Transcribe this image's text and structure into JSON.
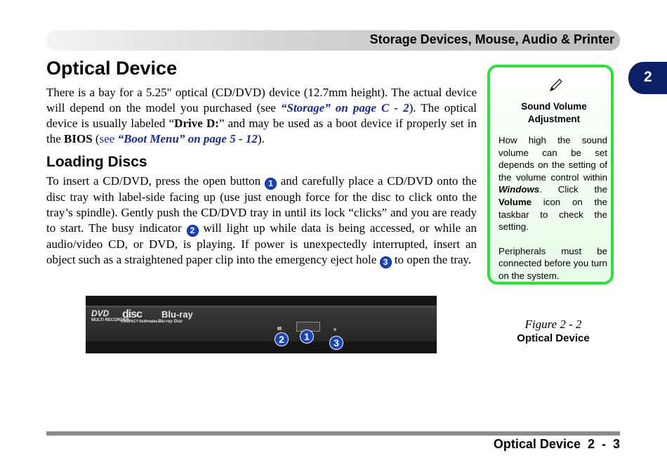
{
  "header": {
    "title": "Storage Devices, Mouse, Audio & Printer"
  },
  "chapter_tab": "2",
  "section": {
    "heading": "Optical Device",
    "intro": {
      "t1": "There is a bay for a 5.25\" optical (CD/DVD) device (12.7mm height). The actual device will depend on the model you purchased (see ",
      "link1": "“Storage” on page C - 2",
      "t2": "). The optical device is usually labeled “",
      "drive": "Drive D:",
      "t3": "” and may be used as a boot device if properly set in the ",
      "bios": "BIOS",
      "t4": " (",
      "see": "see ",
      "link2": "“Boot Menu” on page 5 - 12",
      "t5": ")."
    }
  },
  "subsection": {
    "heading": "Loading Discs",
    "text": {
      "t1": "To insert a CD/DVD, press the open button ",
      "n1": "1",
      "t2": " and carefully place a CD/DVD onto the disc tray with label-side facing up (use just enough force for the disc to click onto the tray’s spindle). Gently push the CD/DVD tray in until its lock “clicks” and you are ready to start. The busy indicator ",
      "n2": "2",
      "t3": " will light up while data is being accessed, or while an audio/video CD, or DVD, is playing. If power is unexpectedly interrupted, insert an object such as a straightened paper clip into the emergency eject hole ",
      "n3": "3",
      "t4": " to open the tray."
    }
  },
  "note": {
    "icon": "pencil-icon",
    "title": "Sound Volume Adjustment",
    "p1": {
      "t1": "How high the sound volume can be set depends on the setting of the volume control within ",
      "windows": "Windows",
      "t2": ". Click the ",
      "volume": "Volume",
      "t3": " icon on the taskbar to check the setting."
    },
    "p2": "Peripherals must be connected before you turn on the system."
  },
  "figure": {
    "logos": {
      "dvd": "DVD",
      "dvd_sub": "MULTI RECORDER",
      "cd": "disc",
      "cd_sub": "COMPACT ReWritable",
      "bluray": "Blu-ray",
      "bluray_sub": "Blu-ray Disc"
    },
    "callouts": [
      "1",
      "2",
      "3"
    ],
    "caption": "Figure 2 - 2",
    "title": "Optical Device"
  },
  "footer": {
    "text": "Optical Device  2  -  3"
  },
  "colors": {
    "link": "#1c2a8c",
    "badge": "#1a45b8",
    "note_border": "#2ee03a",
    "tab": "#0d1f66"
  }
}
